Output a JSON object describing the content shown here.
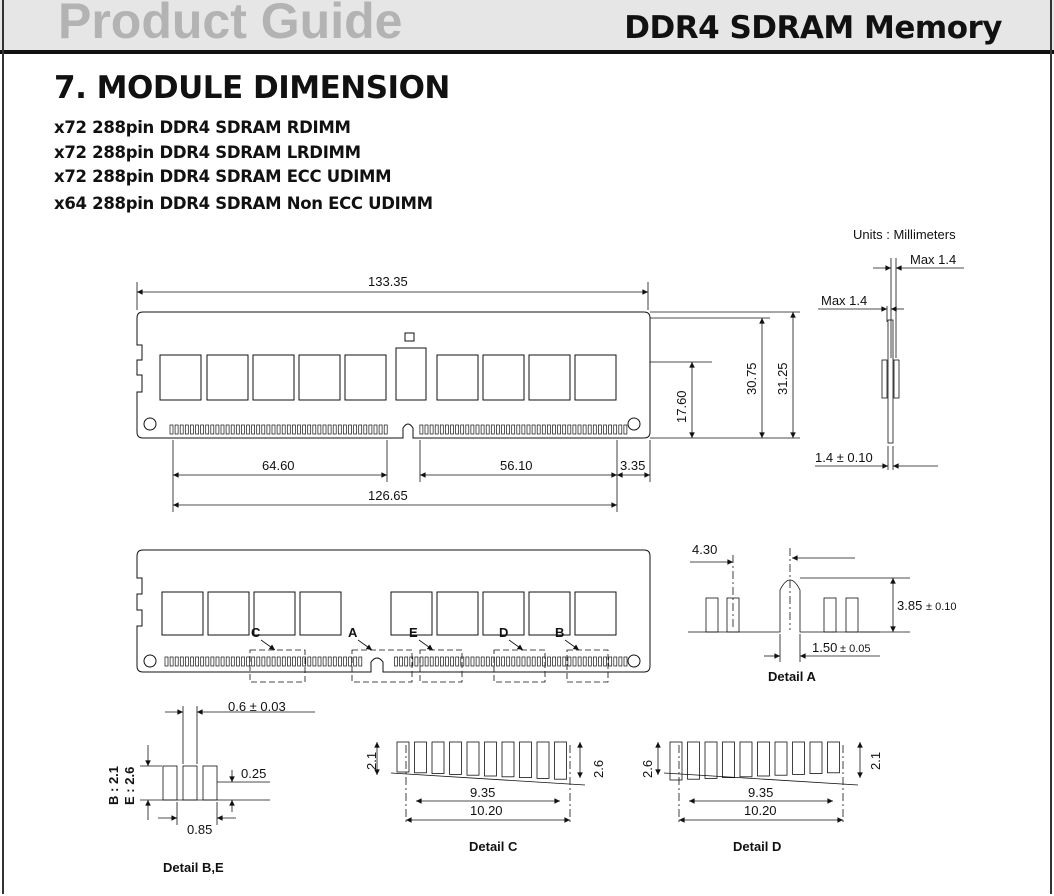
{
  "header": {
    "title": "Product Guide",
    "product": "DDR4 SDRAM Memory"
  },
  "section": {
    "title": "7. MODULE DIMENSION",
    "modules": [
      "x72 288pin DDR4 SDRAM RDIMM",
      "x72 288pin DDR4 SDRAM LRDIMM",
      "x72 288pin DDR4 SDRAM ECC UDIMM",
      "x64 288pin DDR4 SDRAM Non ECC UDIMM"
    ]
  },
  "drawing": {
    "units": "Units : Millimeters",
    "top": {
      "length": "133.35",
      "h1": "17.60",
      "h2": "30.75",
      "h3": "31.25",
      "left": "64.60",
      "right": "56.10",
      "edge": "3.35",
      "span": "126.65"
    },
    "side": {
      "max1": "Max 1.4",
      "max2": "Max 1.4",
      "thick": "1.4 ± 0.10"
    },
    "callouts": [
      "C",
      "A",
      "E",
      "D",
      "B"
    ],
    "detailA": {
      "d1": "4.30",
      "d2": "3.85",
      "d2tol": "± 0.10",
      "d3": "1.50",
      "d3tol": "± 0.05",
      "label": "Detail A"
    },
    "detailBE": {
      "pitch": "0.6 ± 0.03",
      "b": "B : 2.1",
      "e": "E : 2.6",
      "gap": "0.25",
      "w": "0.85",
      "label": "Detail B,E"
    },
    "detailC": {
      "h1": "2.1",
      "h2": "2.6",
      "w1": "9.35",
      "w2": "10.20",
      "label": "Detail C"
    },
    "detailD": {
      "h1": "2.6",
      "h2": "2.1",
      "w1": "9.35",
      "w2": "10.20",
      "label": "Detail D"
    }
  }
}
